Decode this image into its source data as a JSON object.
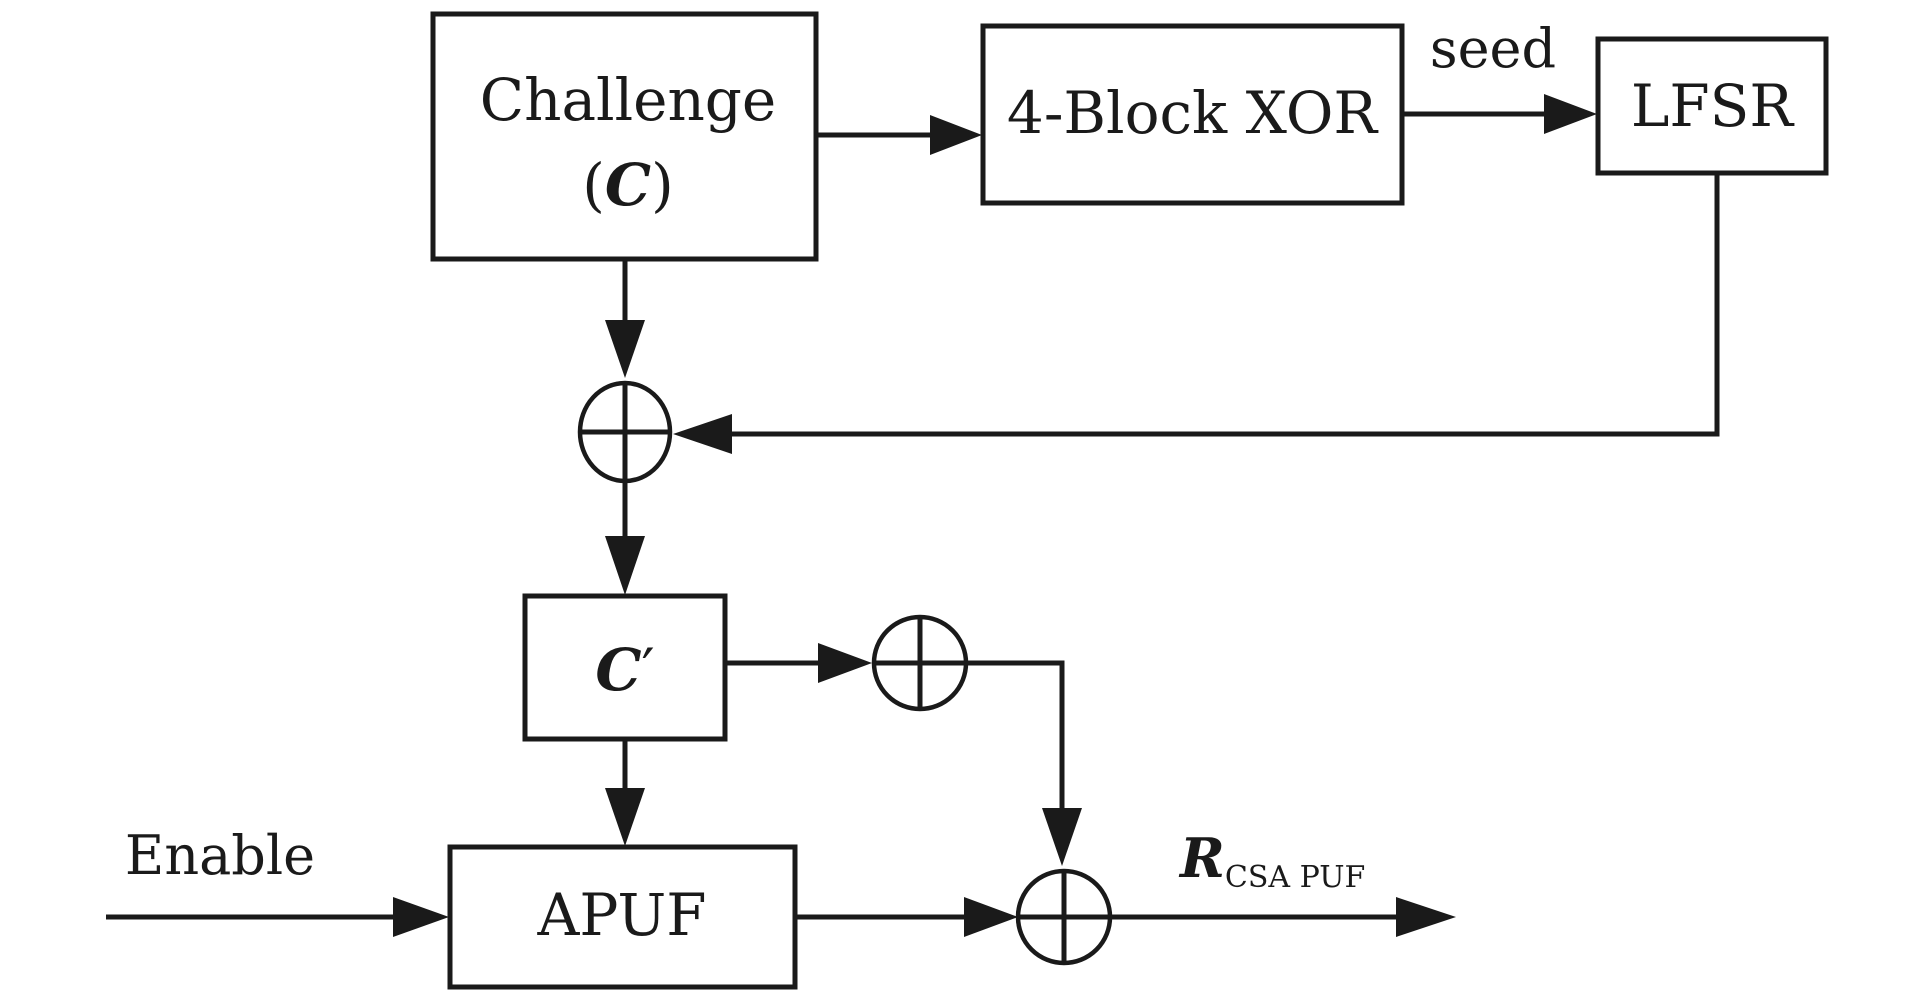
{
  "blocks": {
    "challenge": {
      "line1": "Challenge",
      "line2_open": "(",
      "line2_var": "C",
      "line2_close": ")"
    },
    "xor4": {
      "label": "4-Block XOR"
    },
    "lfsr": {
      "label": "LFSR"
    },
    "cprime": {
      "var": "C",
      "prime": "′"
    },
    "apuf": {
      "label": "APUF"
    }
  },
  "signals": {
    "seed": "seed",
    "enable": "Enable",
    "output_main": "R",
    "output_sub": "CSA PUF"
  }
}
